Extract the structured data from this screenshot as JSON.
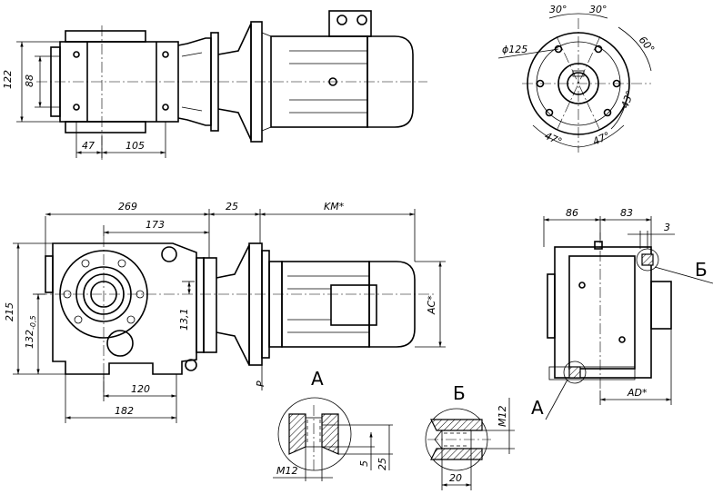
{
  "top_view": {
    "dims": {
      "d122": "122",
      "d88": "88",
      "d47": "47",
      "d105": "105"
    }
  },
  "flange_view": {
    "dims": {
      "phi125": "ϕ125",
      "a30_left": "30°",
      "a30_right": "30°",
      "a60": "60°",
      "a43": "43°",
      "a47_left": "47°",
      "a47_right": "47°"
    }
  },
  "side_view": {
    "dims": {
      "d269": "269",
      "d173": "173",
      "d25": "25",
      "km": "KM*",
      "d215": "215",
      "d132": "132",
      "d132_sub": "-0,5",
      "d13": "13,1",
      "ac": "AC*",
      "d120": "120",
      "d182": "182",
      "p": "P"
    }
  },
  "end_view": {
    "dims": {
      "d86": "86",
      "d83": "83",
      "d3": "3",
      "ad": "AD*"
    },
    "callouts": {
      "b": "Б",
      "a": "А"
    }
  },
  "detail_a": {
    "label": "А",
    "dims": {
      "m12": "M12",
      "d5": "5",
      "d25": "25"
    }
  },
  "detail_b": {
    "label": "Б",
    "dims": {
      "m12": "M12",
      "d20": "20"
    }
  }
}
